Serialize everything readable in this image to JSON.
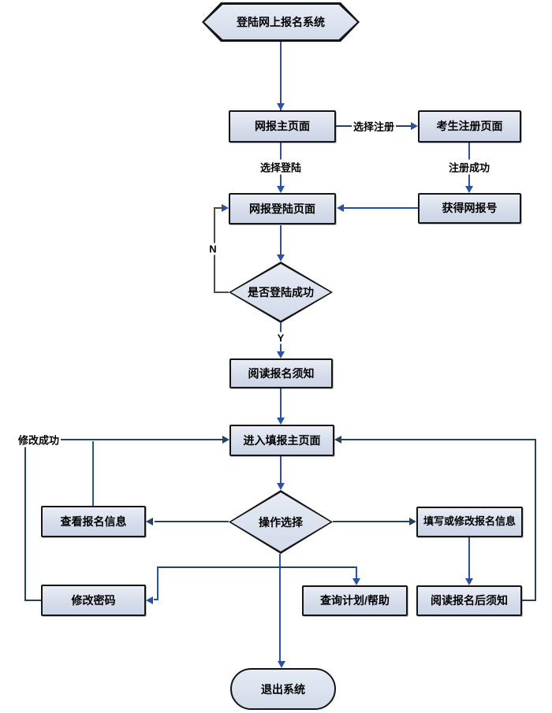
{
  "diagram": {
    "type": "flowchart",
    "language": "zh-CN",
    "colors": {
      "node_fill_top": "#e9edf5",
      "node_fill_bottom": "#ccd5e6",
      "node_border": "#141414",
      "connector_blue": "#2b52a2",
      "connector_dark": "#28415f",
      "connector_gray": "#4a4a4a",
      "text": "#000000",
      "background": "#ffffff"
    }
  },
  "nodes": {
    "start": {
      "label": "登陆网上报名系统",
      "shape": "hexagon"
    },
    "web_main": {
      "label": "网报主页面",
      "shape": "rect"
    },
    "candidate_register": {
      "label": "考生注册页面",
      "shape": "rect"
    },
    "web_login": {
      "label": "网报登陆页面",
      "shape": "rect"
    },
    "get_id": {
      "label": "获得网报号",
      "shape": "rect"
    },
    "login_ok": {
      "label": "是否登陆成功",
      "shape": "diamond"
    },
    "read_notice": {
      "label": "阅读报名须知",
      "shape": "rect"
    },
    "fill_main": {
      "label": "进入填报主页面",
      "shape": "rect"
    },
    "op_select": {
      "label": "操作选择",
      "shape": "diamond"
    },
    "view_info": {
      "label": "查看报名信息",
      "shape": "rect"
    },
    "fill_modify": {
      "label": "填写或修改报名信息",
      "shape": "rect"
    },
    "read_after": {
      "label": "阅读报名后须知",
      "shape": "rect"
    },
    "query_help": {
      "label": "查询计划/帮助",
      "shape": "rect"
    },
    "change_pwd": {
      "label": "修改密码",
      "shape": "rect"
    },
    "exit": {
      "label": "退出系统",
      "shape": "terminator"
    }
  },
  "edge_labels": {
    "select_register": "选择注册",
    "select_login": "选择登陆",
    "register_success": "注册成功",
    "no": "N",
    "yes": "Y",
    "modify_success": "修改成功"
  },
  "edges": [
    {
      "from": "start",
      "to": "web_main",
      "label": ""
    },
    {
      "from": "web_main",
      "to": "candidate_register",
      "label": "选择注册"
    },
    {
      "from": "web_main",
      "to": "web_login",
      "label": "选择登陆"
    },
    {
      "from": "candidate_register",
      "to": "get_id",
      "label": "注册成功"
    },
    {
      "from": "get_id",
      "to": "web_login",
      "label": ""
    },
    {
      "from": "web_login",
      "to": "login_ok",
      "label": ""
    },
    {
      "from": "login_ok",
      "to": "web_login",
      "label": "N"
    },
    {
      "from": "login_ok",
      "to": "read_notice",
      "label": "Y"
    },
    {
      "from": "read_notice",
      "to": "fill_main",
      "label": ""
    },
    {
      "from": "fill_main",
      "to": "op_select",
      "label": ""
    },
    {
      "from": "op_select",
      "to": "view_info",
      "label": ""
    },
    {
      "from": "op_select",
      "to": "fill_modify",
      "label": ""
    },
    {
      "from": "op_select",
      "to": "query_help",
      "label": ""
    },
    {
      "from": "op_select",
      "to": "change_pwd",
      "label": ""
    },
    {
      "from": "op_select",
      "to": "exit",
      "label": ""
    },
    {
      "from": "fill_modify",
      "to": "read_after",
      "label": ""
    },
    {
      "from": "read_after",
      "to": "fill_main",
      "label": ""
    },
    {
      "from": "view_info",
      "to": "fill_main",
      "label": ""
    },
    {
      "from": "change_pwd",
      "to": "fill_main",
      "label": "修改成功"
    }
  ]
}
